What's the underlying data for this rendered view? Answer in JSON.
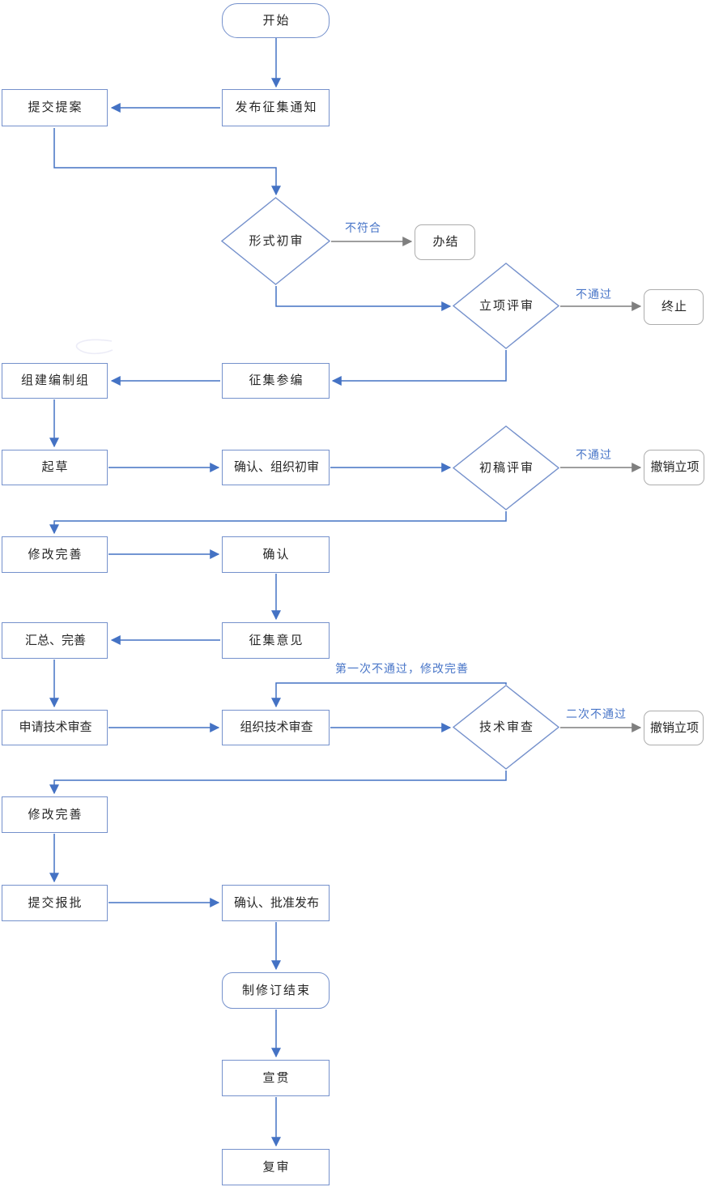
{
  "nodes": {
    "start": {
      "label": "开始"
    },
    "publish_notice": {
      "label": "发布征集通知"
    },
    "submit_proposal": {
      "label": "提交提案"
    },
    "form_review": {
      "label": "形式初审"
    },
    "close_out": {
      "label": "办结"
    },
    "project_review": {
      "label": "立项评审"
    },
    "terminate": {
      "label": "终止"
    },
    "collect_participants": {
      "label": "征集参编"
    },
    "form_editing_group": {
      "label": "组建编制组"
    },
    "drafting": {
      "label": "起草"
    },
    "confirm_org_initial_review": {
      "label": "确认、组织初审"
    },
    "draft_review": {
      "label": "初稿评审"
    },
    "withdraw_project_1": {
      "label": "撤销立项"
    },
    "revise_improve_1": {
      "label": "修改完善"
    },
    "confirm": {
      "label": "确认"
    },
    "solicit_opinions": {
      "label": "征集意见"
    },
    "summarize_improve": {
      "label": "汇总、完善"
    },
    "apply_tech_review": {
      "label": "申请技术审查"
    },
    "organize_tech_review": {
      "label": "组织技术审查"
    },
    "tech_review": {
      "label": "技术审查"
    },
    "withdraw_project_2": {
      "label": "撤销立项"
    },
    "revise_improve_2": {
      "label": "修改完善"
    },
    "submit_for_approval": {
      "label": "提交报批"
    },
    "confirm_approve_publish": {
      "label": "确认、批准发布"
    },
    "revision_end": {
      "label": "制修订结束"
    },
    "promote": {
      "label": "宣贯"
    },
    "review": {
      "label": "复审"
    }
  },
  "edge_labels": {
    "form_fail": "不符合",
    "project_fail": "不通过",
    "draft_fail": "不通过",
    "tech_first_fail": "第一次不通过，修改完善",
    "tech_second_fail": "二次不通过"
  },
  "colors": {
    "node_border_blue": "#7591CC",
    "connector_blue": "#4472C4",
    "gray_border": "#ADADAD",
    "connector_gray": "#7F7F7F",
    "label_blue": "#4976C8",
    "text": "#262626"
  }
}
